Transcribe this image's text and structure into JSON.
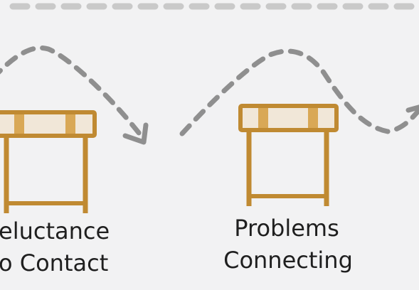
{
  "hurdles": [
    {
      "name": "reluctance",
      "label_lines": [
        "eluctance",
        "o Contact"
      ]
    },
    {
      "name": "problems",
      "label_lines": [
        "Problems",
        "Connecting"
      ]
    }
  ],
  "colors": {
    "background": "#f2f2f3",
    "hurdle_frame": "#c08a32",
    "hurdle_bar_fill": "#f1e7d8",
    "hurdle_bar_stripe": "#d9a856",
    "path_line": "#8f8f8f",
    "top_line": "#c9c9c9",
    "text": "#1f1f1f"
  },
  "icons": {
    "hurdle": "hurdle-icon",
    "path_arrow": "dashed-arrow-icon"
  }
}
